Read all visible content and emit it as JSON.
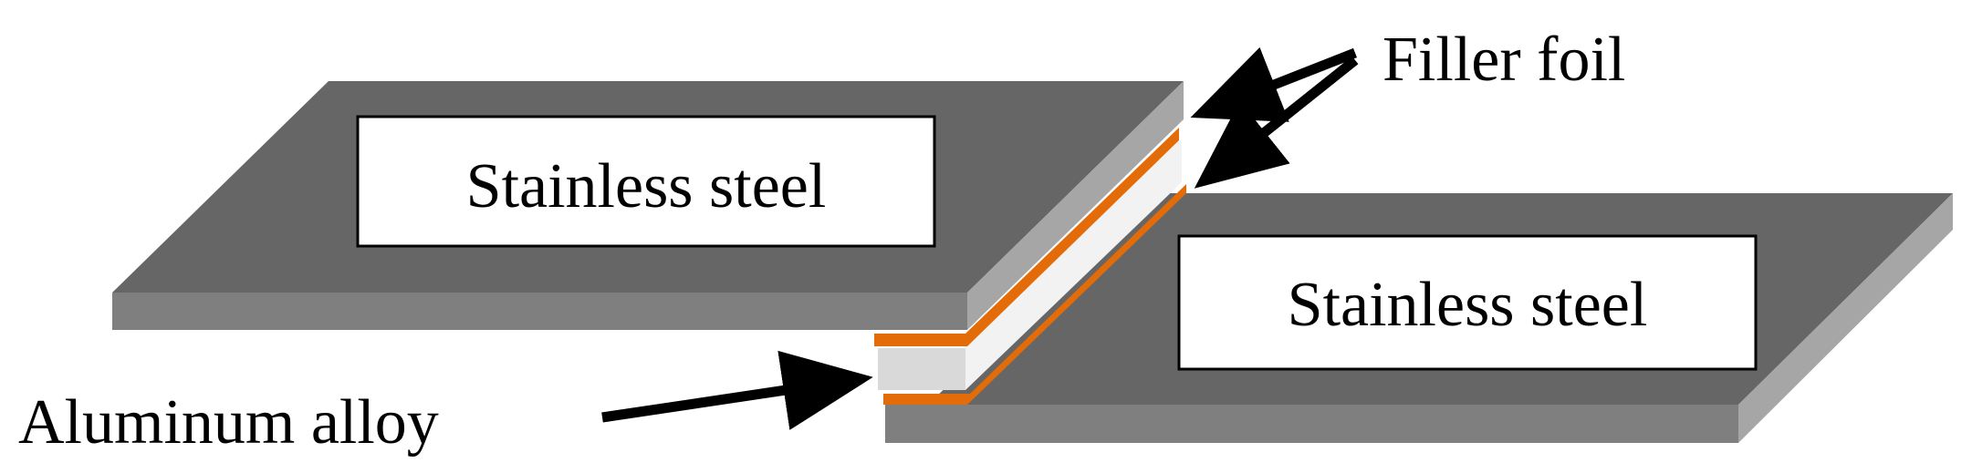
{
  "labels": {
    "top_plate": "Stainless steel",
    "bottom_plate": "Stainless steel",
    "filler": "Filler foil",
    "core": "Aluminum alloy"
  },
  "colors": {
    "plate_top": "#666666",
    "plate_side": "#7f7f7f",
    "plate_right_side": "#a6a6a6",
    "foil": "#e36c09",
    "aluminum_front": "#d9d9d9",
    "aluminum_side": "#f2f2f2",
    "label_box": "#ffffff",
    "arrow": "#000000"
  }
}
